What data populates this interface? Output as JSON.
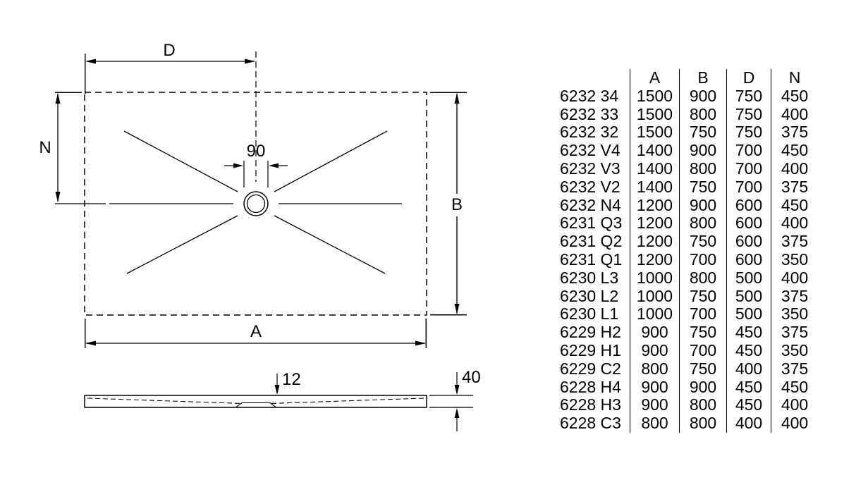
{
  "colors": {
    "line": "#000000",
    "background": "#ffffff"
  },
  "diagram": {
    "top_view": {
      "dim_d_label": "D",
      "dim_n_label": "N",
      "dim_b_label": "B",
      "dim_a_label": "A",
      "drain_diameter_label": "90"
    },
    "side_view": {
      "depth_label": "12",
      "height_label": "40"
    }
  },
  "table": {
    "columns": [
      "A",
      "B",
      "D",
      "N"
    ],
    "rows": [
      {
        "model": "6232 34",
        "values": [
          "1500",
          "900",
          "750",
          "450"
        ]
      },
      {
        "model": "6232 33",
        "values": [
          "1500",
          "800",
          "750",
          "400"
        ]
      },
      {
        "model": "6232 32",
        "values": [
          "1500",
          "750",
          "750",
          "375"
        ]
      },
      {
        "model": "6232 V4",
        "values": [
          "1400",
          "900",
          "700",
          "450"
        ]
      },
      {
        "model": "6232 V3",
        "values": [
          "1400",
          "800",
          "700",
          "400"
        ]
      },
      {
        "model": "6232 V2",
        "values": [
          "1400",
          "750",
          "700",
          "375"
        ]
      },
      {
        "model": "6232 N4",
        "values": [
          "1200",
          "900",
          "600",
          "450"
        ]
      },
      {
        "model": "6231 Q3",
        "values": [
          "1200",
          "800",
          "600",
          "400"
        ]
      },
      {
        "model": "6231 Q2",
        "values": [
          "1200",
          "750",
          "600",
          "375"
        ]
      },
      {
        "model": "6231 Q1",
        "values": [
          "1200",
          "700",
          "600",
          "350"
        ]
      },
      {
        "model": "6230 L3",
        "values": [
          "1000",
          "800",
          "500",
          "400"
        ]
      },
      {
        "model": "6230 L2",
        "values": [
          "1000",
          "750",
          "500",
          "375"
        ]
      },
      {
        "model": "6230 L1",
        "values": [
          "1000",
          "700",
          "500",
          "350"
        ]
      },
      {
        "model": "6229 H2",
        "values": [
          "900",
          "750",
          "450",
          "375"
        ]
      },
      {
        "model": "6229 H1",
        "values": [
          "900",
          "700",
          "450",
          "350"
        ]
      },
      {
        "model": "6229 C2",
        "values": [
          "800",
          "750",
          "400",
          "375"
        ]
      },
      {
        "model": "6228 H4",
        "values": [
          "900",
          "900",
          "450",
          "450"
        ]
      },
      {
        "model": "6228 H3",
        "values": [
          "900",
          "800",
          "450",
          "400"
        ]
      },
      {
        "model": "6228 C3",
        "values": [
          "800",
          "800",
          "400",
          "400"
        ]
      }
    ]
  }
}
